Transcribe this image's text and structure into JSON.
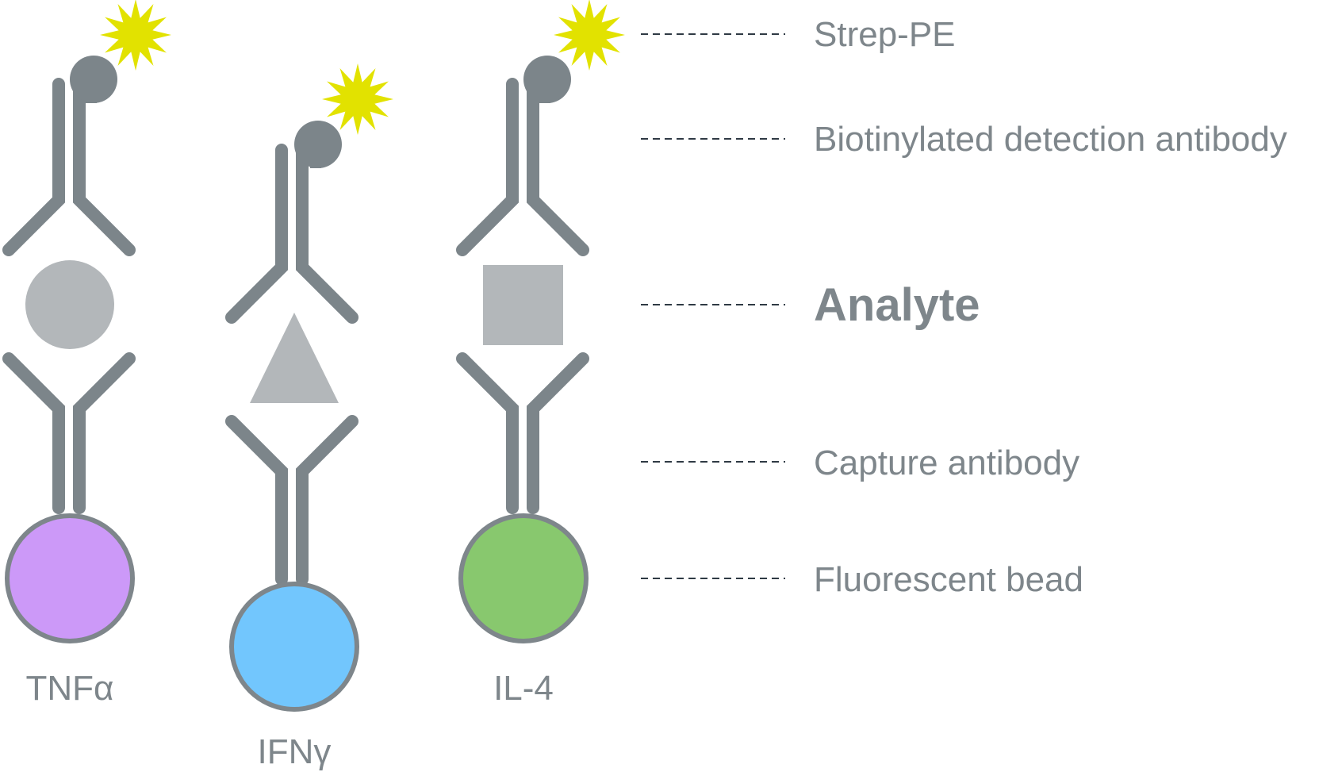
{
  "colors": {
    "antibody": "#7c858a",
    "analyte": "#b3b7ba",
    "star": "#e2e200",
    "bead_outline": "#7e868b",
    "label_text": "#7e868b"
  },
  "legend": {
    "strep_pe": "Strep-PE",
    "detection_antibody": "Biotinylated detection antibody",
    "analyte": "Analyte",
    "capture_antibody": "Capture antibody",
    "bead": "Fluorescent bead"
  },
  "assays": [
    {
      "name": "TNFα",
      "analyte_shape": "circle",
      "bead_color": "#cc99f8"
    },
    {
      "name": "IFNγ",
      "analyte_shape": "triangle",
      "bead_color": "#72c6fd"
    },
    {
      "name": "IL-4",
      "analyte_shape": "square",
      "bead_color": "#88c86e"
    }
  ]
}
